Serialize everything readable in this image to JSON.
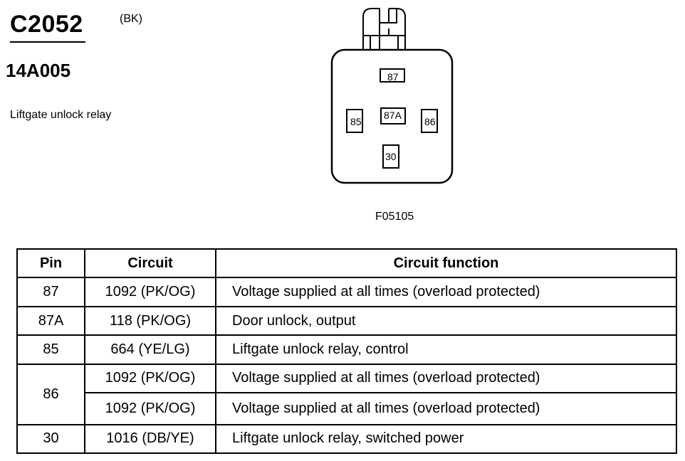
{
  "header": {
    "connector_id": "C2052",
    "color_code": "(BK)",
    "part_number": "14A005",
    "component_name": "Liftgate unlock relay",
    "figure_ref": "F05105"
  },
  "connector": {
    "pins": [
      "87",
      "85",
      "87A",
      "86",
      "30"
    ]
  },
  "table": {
    "headers": {
      "pin": "Pin",
      "circuit": "Circuit",
      "function": "Circuit function"
    },
    "rows": [
      {
        "pin": "87",
        "circuit": "1092 (PK/OG)",
        "function": "Voltage supplied at all times (overload protected)"
      },
      {
        "pin": "87A",
        "circuit": "118 (PK/OG)",
        "function": "Door unlock, output"
      },
      {
        "pin": "85",
        "circuit": "664 (YE/LG)",
        "function": "Liftgate unlock relay, control"
      },
      {
        "pin": "86",
        "circuit": "1092 (PK/OG)",
        "function": "Voltage supplied at all times (overload protected)"
      },
      {
        "pin": "",
        "circuit": "1092 (PK/OG)",
        "function": "Voltage supplied at all times (overload protected)"
      },
      {
        "pin": "30",
        "circuit": "1016 (DB/YE)",
        "function": "Liftgate unlock relay, switched power"
      }
    ]
  }
}
